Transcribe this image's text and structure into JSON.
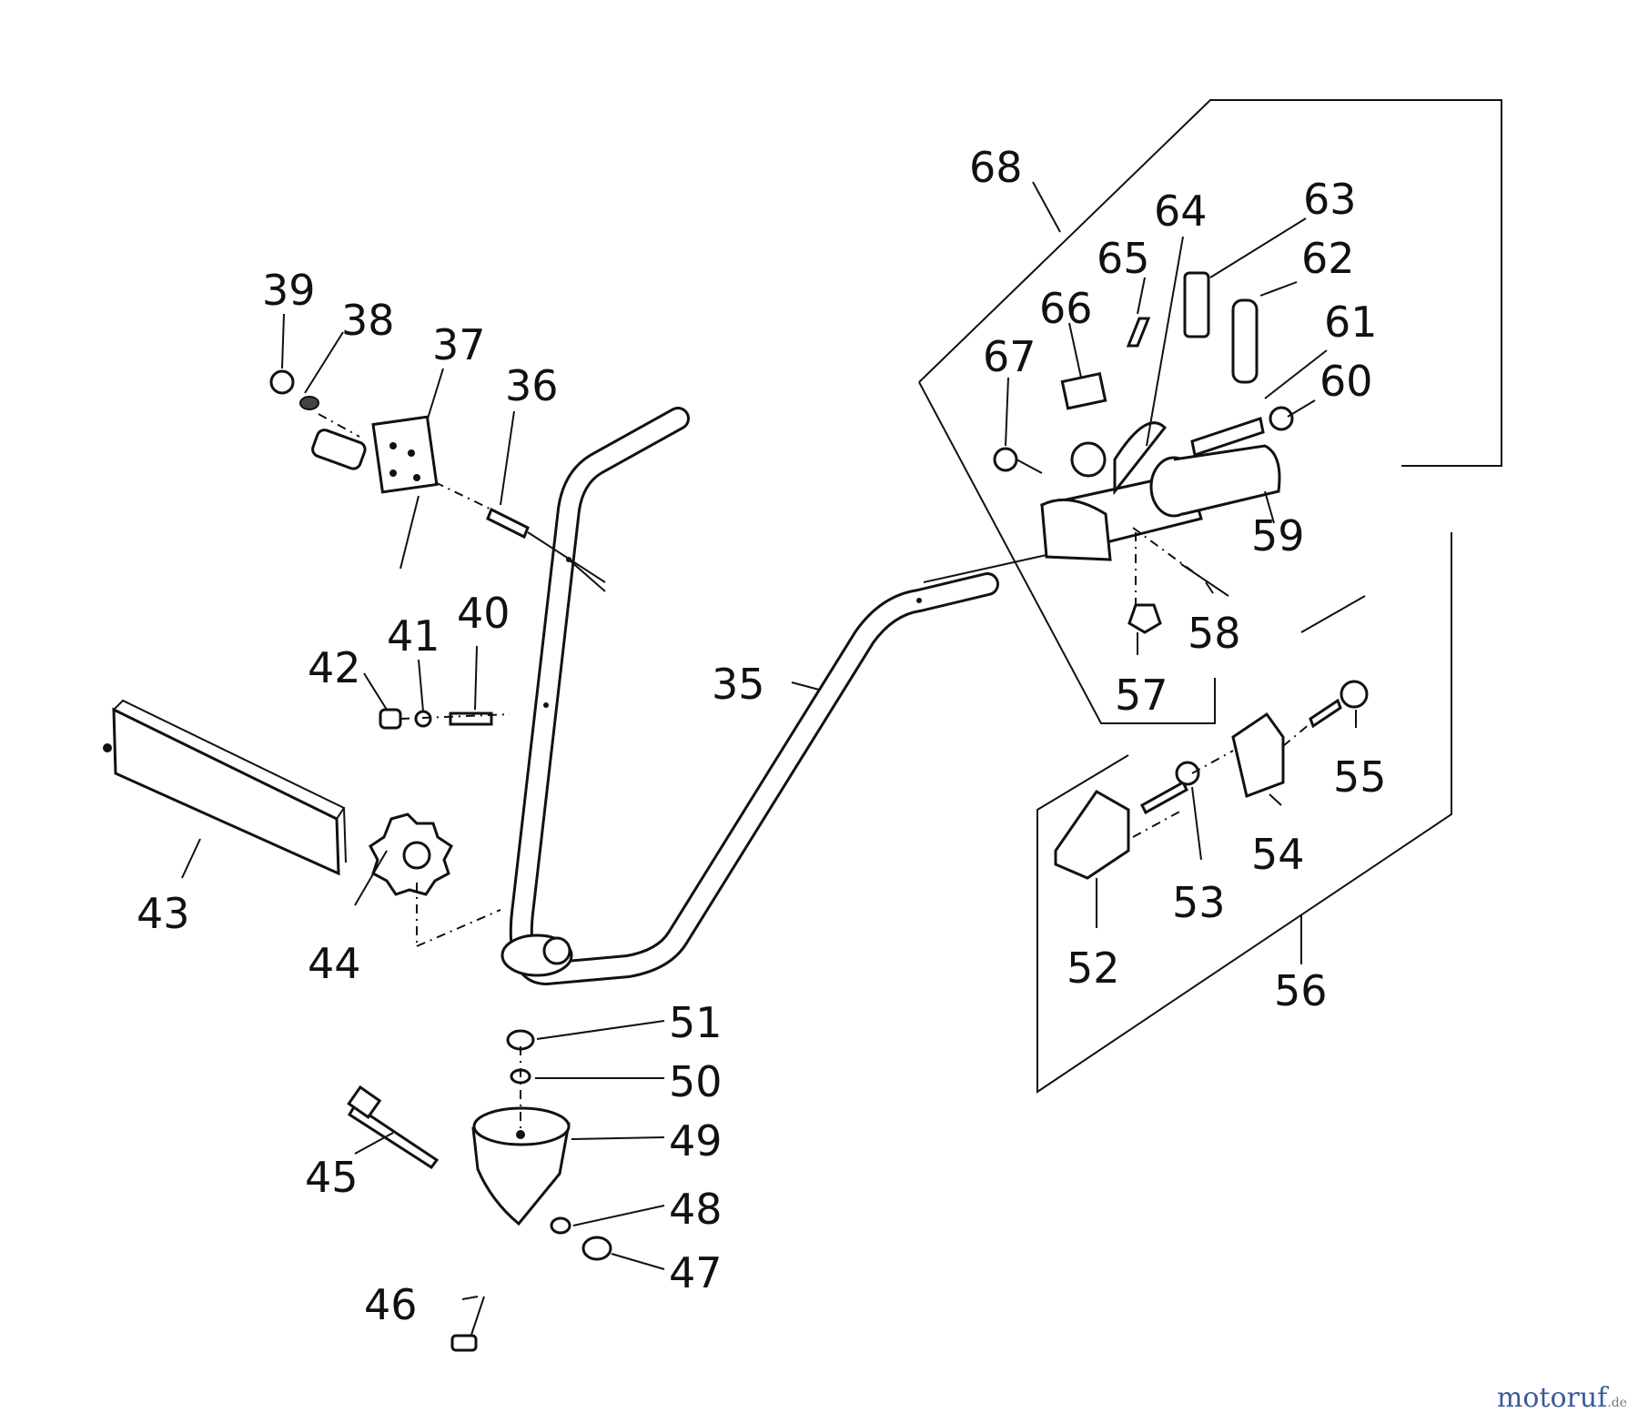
{
  "diagram": {
    "labels": {
      "p35": "35",
      "p36": "36",
      "p37": "37",
      "p38": "38",
      "p39": "39",
      "p40": "40",
      "p41": "41",
      "p42": "42",
      "p43": "43",
      "p44": "44",
      "p45": "45",
      "p46": "46",
      "p47": "47",
      "p48": "48",
      "p49": "49",
      "p50": "50",
      "p51": "51",
      "p52": "52",
      "p53": "53",
      "p54": "54",
      "p55": "55",
      "p56": "56",
      "p57": "57",
      "p58": "58",
      "p59": "59",
      "p60": "60",
      "p61": "61",
      "p62": "62",
      "p63": "63",
      "p64": "64",
      "p65": "65",
      "p66": "66",
      "p67": "67",
      "p68": "68"
    }
  },
  "watermark": {
    "brand": "motoruf",
    "tld": ".de"
  }
}
